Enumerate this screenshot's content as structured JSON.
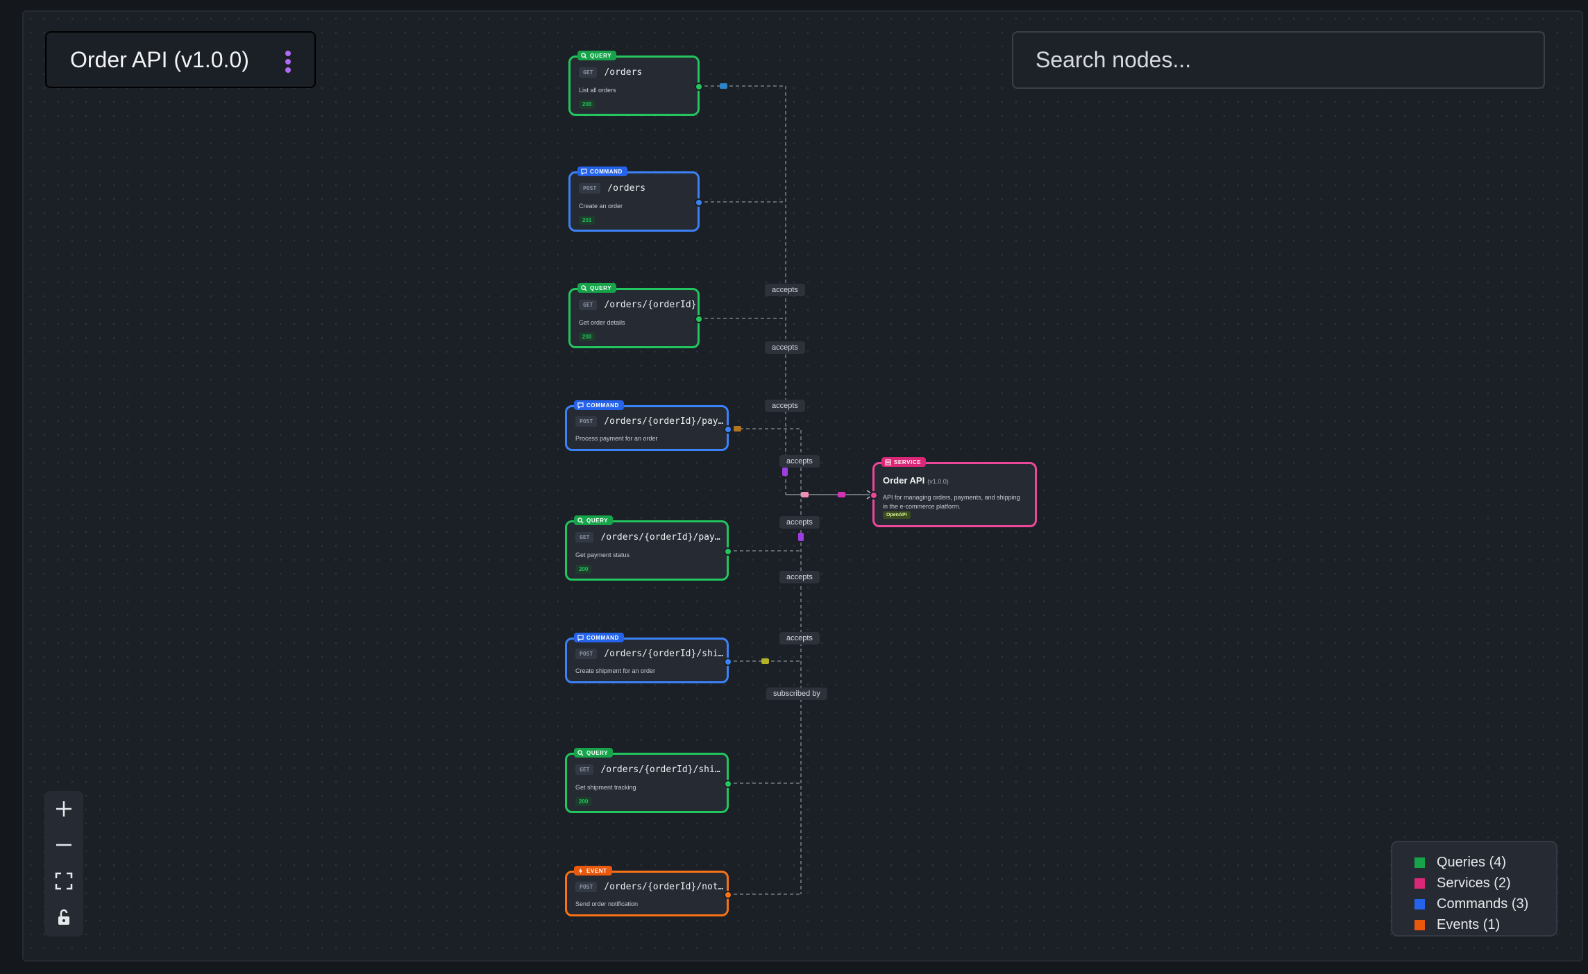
{
  "header": {
    "title": "Order API (v1.0.0)",
    "menu_icon": "more-vertical-icon"
  },
  "search": {
    "placeholder": "Search nodes..."
  },
  "colors": {
    "query": "#22c55e",
    "command": "#3b82f6",
    "event": "#f97316",
    "service": "#ec4899",
    "canvas": "#1b1f26"
  },
  "nodes": [
    {
      "type": "QUERY",
      "method": "GET",
      "path": "/orders",
      "description": "List all orders",
      "status": "200"
    },
    {
      "type": "COMMAND",
      "method": "POST",
      "path": "/orders",
      "description": "Create an order",
      "status": "201"
    },
    {
      "type": "QUERY",
      "method": "GET",
      "path": "/orders/{orderId}",
      "description": "Get order details",
      "status": "200"
    },
    {
      "type": "COMMAND",
      "method": "POST",
      "path": "/orders/{orderId}/paym…",
      "description": "Process payment for an order",
      "status": ""
    },
    {
      "type": "QUERY",
      "method": "GET",
      "path": "/orders/{orderId}/payme…",
      "description": "Get payment status",
      "status": "200"
    },
    {
      "type": "COMMAND",
      "method": "POST",
      "path": "/orders/{orderId}/ship…",
      "description": "Create shipment for an order",
      "status": ""
    },
    {
      "type": "QUERY",
      "method": "GET",
      "path": "/orders/{orderId}/shipm…",
      "description": "Get shipment tracking",
      "status": "200"
    },
    {
      "type": "EVENT",
      "method": "POST",
      "path": "/orders/{orderId}/noti…",
      "description": "Send order notification",
      "status": ""
    }
  ],
  "service": {
    "badge": "SERVICE",
    "title": "Order API",
    "version": "(v1.0.0)",
    "description": "API for managing orders, payments, and shipping in the e-commerce platform.",
    "tag": "OpenAPI"
  },
  "edge_labels": [
    "accepts",
    "accepts",
    "accepts",
    "accepts",
    "accepts",
    "accepts",
    "accepts",
    "subscribed by"
  ],
  "controls": {
    "zoom_in": "plus-icon",
    "zoom_out": "minus-icon",
    "fit_view": "fit-view-icon",
    "lock": "unlock-icon"
  },
  "legend": [
    {
      "label": "Queries (4)",
      "color": "#16a34a"
    },
    {
      "label": "Services (2)",
      "color": "#db2777"
    },
    {
      "label": "Commands (3)",
      "color": "#2563eb"
    },
    {
      "label": "Events (1)",
      "color": "#ea580c"
    }
  ]
}
